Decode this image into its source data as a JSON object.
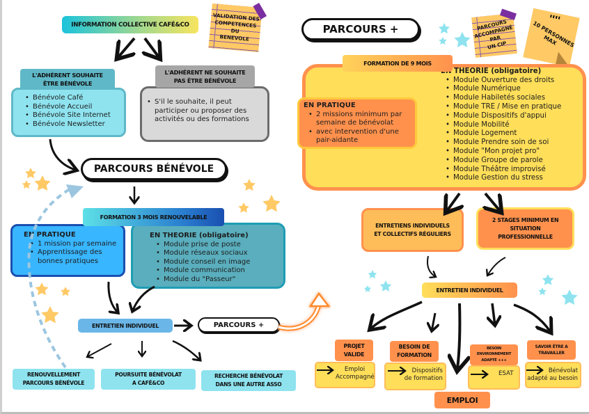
{
  "left": {
    "info_collective": "INFORMATION COLLECTIVE CAFÉ&CO",
    "note_validation": [
      "VALIDATION DES",
      "COMPETENCES",
      "DU",
      "BENEVOLE"
    ],
    "souhaite": {
      "title_line1": "L'ADHÉRENT SOUHAITE",
      "title_line2": "ÊTRE BÉNÉVOLE",
      "items": [
        "Bénévole Café",
        "Bénévole Accueil",
        "Bénévole Site Internet",
        "Bénévole Newsletter"
      ]
    },
    "ne_souhaite": {
      "title_line1": "L'ADHÉRENT NE SOUHAITE",
      "title_line2": "PAS ÊTRE BÉNÉVOLE",
      "items": [
        "S'il le souhaite, il peut participer ou proposer des activités ou des formations"
      ]
    },
    "parcours_benevole": "PARCOURS BÉNÉVOLE",
    "formation": "FORMATION 3 MOIS RENOUVELABLE",
    "pratique": {
      "title": "EN PRATIQUE",
      "items": [
        "1 mission par semaine",
        "Apprentissage des bonnes pratiques"
      ]
    },
    "theorie": {
      "title": "EN THEORIE (obligatoire)",
      "items": [
        "Module prise de poste",
        "Module réseaux sociaux",
        "Module conseil en image",
        "Module communication",
        "Module du \"Passeur\""
      ]
    },
    "entretien": "ENTRETIEN INDIVIDUEL",
    "parcours_plus_link": "PARCOURS +",
    "outcomes": [
      {
        "line1": "RENOUVELLEMENT",
        "line2": "PARCOURS BÉNÉVOLE"
      },
      {
        "line1": "POURSUITE BÉNÉVOLAT",
        "line2": "A CAFÉ&CO"
      },
      {
        "line1": "RECHERCHE BÉNÉVOLAT",
        "line2": "DANS UNE AUTRE ASSO"
      }
    ]
  },
  "right": {
    "parcours_plus": "PARCOURS +",
    "note_cip": [
      "PARCOURS",
      "ACCOMPAGNÉ",
      "PAR",
      "UN CIP"
    ],
    "note_max": [
      "10 PERSONNES",
      "MAX"
    ],
    "formation": "FORMATION DE 9 MOIS",
    "theorie": {
      "title": "EN THEORIE (obligatoire)",
      "items": [
        "Module Ouverture des droits",
        "Module Numérique",
        "Module Habiletés sociales",
        "Module TRE / Mise en pratique",
        "Module Dispositifs d'appui",
        "Module Mobilité",
        "Module Logement",
        "Module Prendre soin de soi",
        "Module \"Mon projet pro\"",
        "Module Groupe de parole",
        "Module Théâtre improvisé",
        "Module Gestion du stress"
      ]
    },
    "pratique": {
      "title": "EN PRATIQUE",
      "items": [
        "2 missions minimum par semaine de bénévolat",
        "avec intervention d'une pair-aidante"
      ]
    },
    "entretiens_collectifs": [
      "ENTRETIENS INDIVIDUELS",
      "ET COLLECTIFS RÉGULIERS"
    ],
    "stages": [
      "2 STAGES MINIMUM EN",
      "SITUATION",
      "PROFESSIONNELLE"
    ],
    "entretien": "ENTRETIEN INDIVIDUEL",
    "outcomes": [
      {
        "title": [
          "PROJET",
          "VALIDE"
        ],
        "result": [
          "Emploi",
          "Accompagné"
        ]
      },
      {
        "title": [
          "BESOIN DE",
          "FORMATION"
        ],
        "result": [
          "Dispositifs",
          "de formation"
        ]
      },
      {
        "title": [
          "BESOIN",
          "ENVIRONNEMENT",
          "ADAPTÉ +++"
        ],
        "result": [
          "ESAT"
        ]
      },
      {
        "title": [
          "SAVOIR ÊTRE A",
          "TRAVAILLER"
        ],
        "result": [
          "Bénévolat",
          "adapté au besoin"
        ]
      }
    ],
    "emploi": "EMPLOI"
  },
  "colors": {
    "teal_light": "#8ee3ef",
    "teal_header": "#5fb8c7",
    "grey_box": "#d9d9d9",
    "grey_header": "#a6a6a6",
    "blue_pratique": "#38b6ff",
    "teal_theorie": "#5aaebd",
    "orange": "#ff914d",
    "yellow": "#ffde59",
    "star_yellow": "#ffc965",
    "star_blue": "#8ee3ef"
  }
}
